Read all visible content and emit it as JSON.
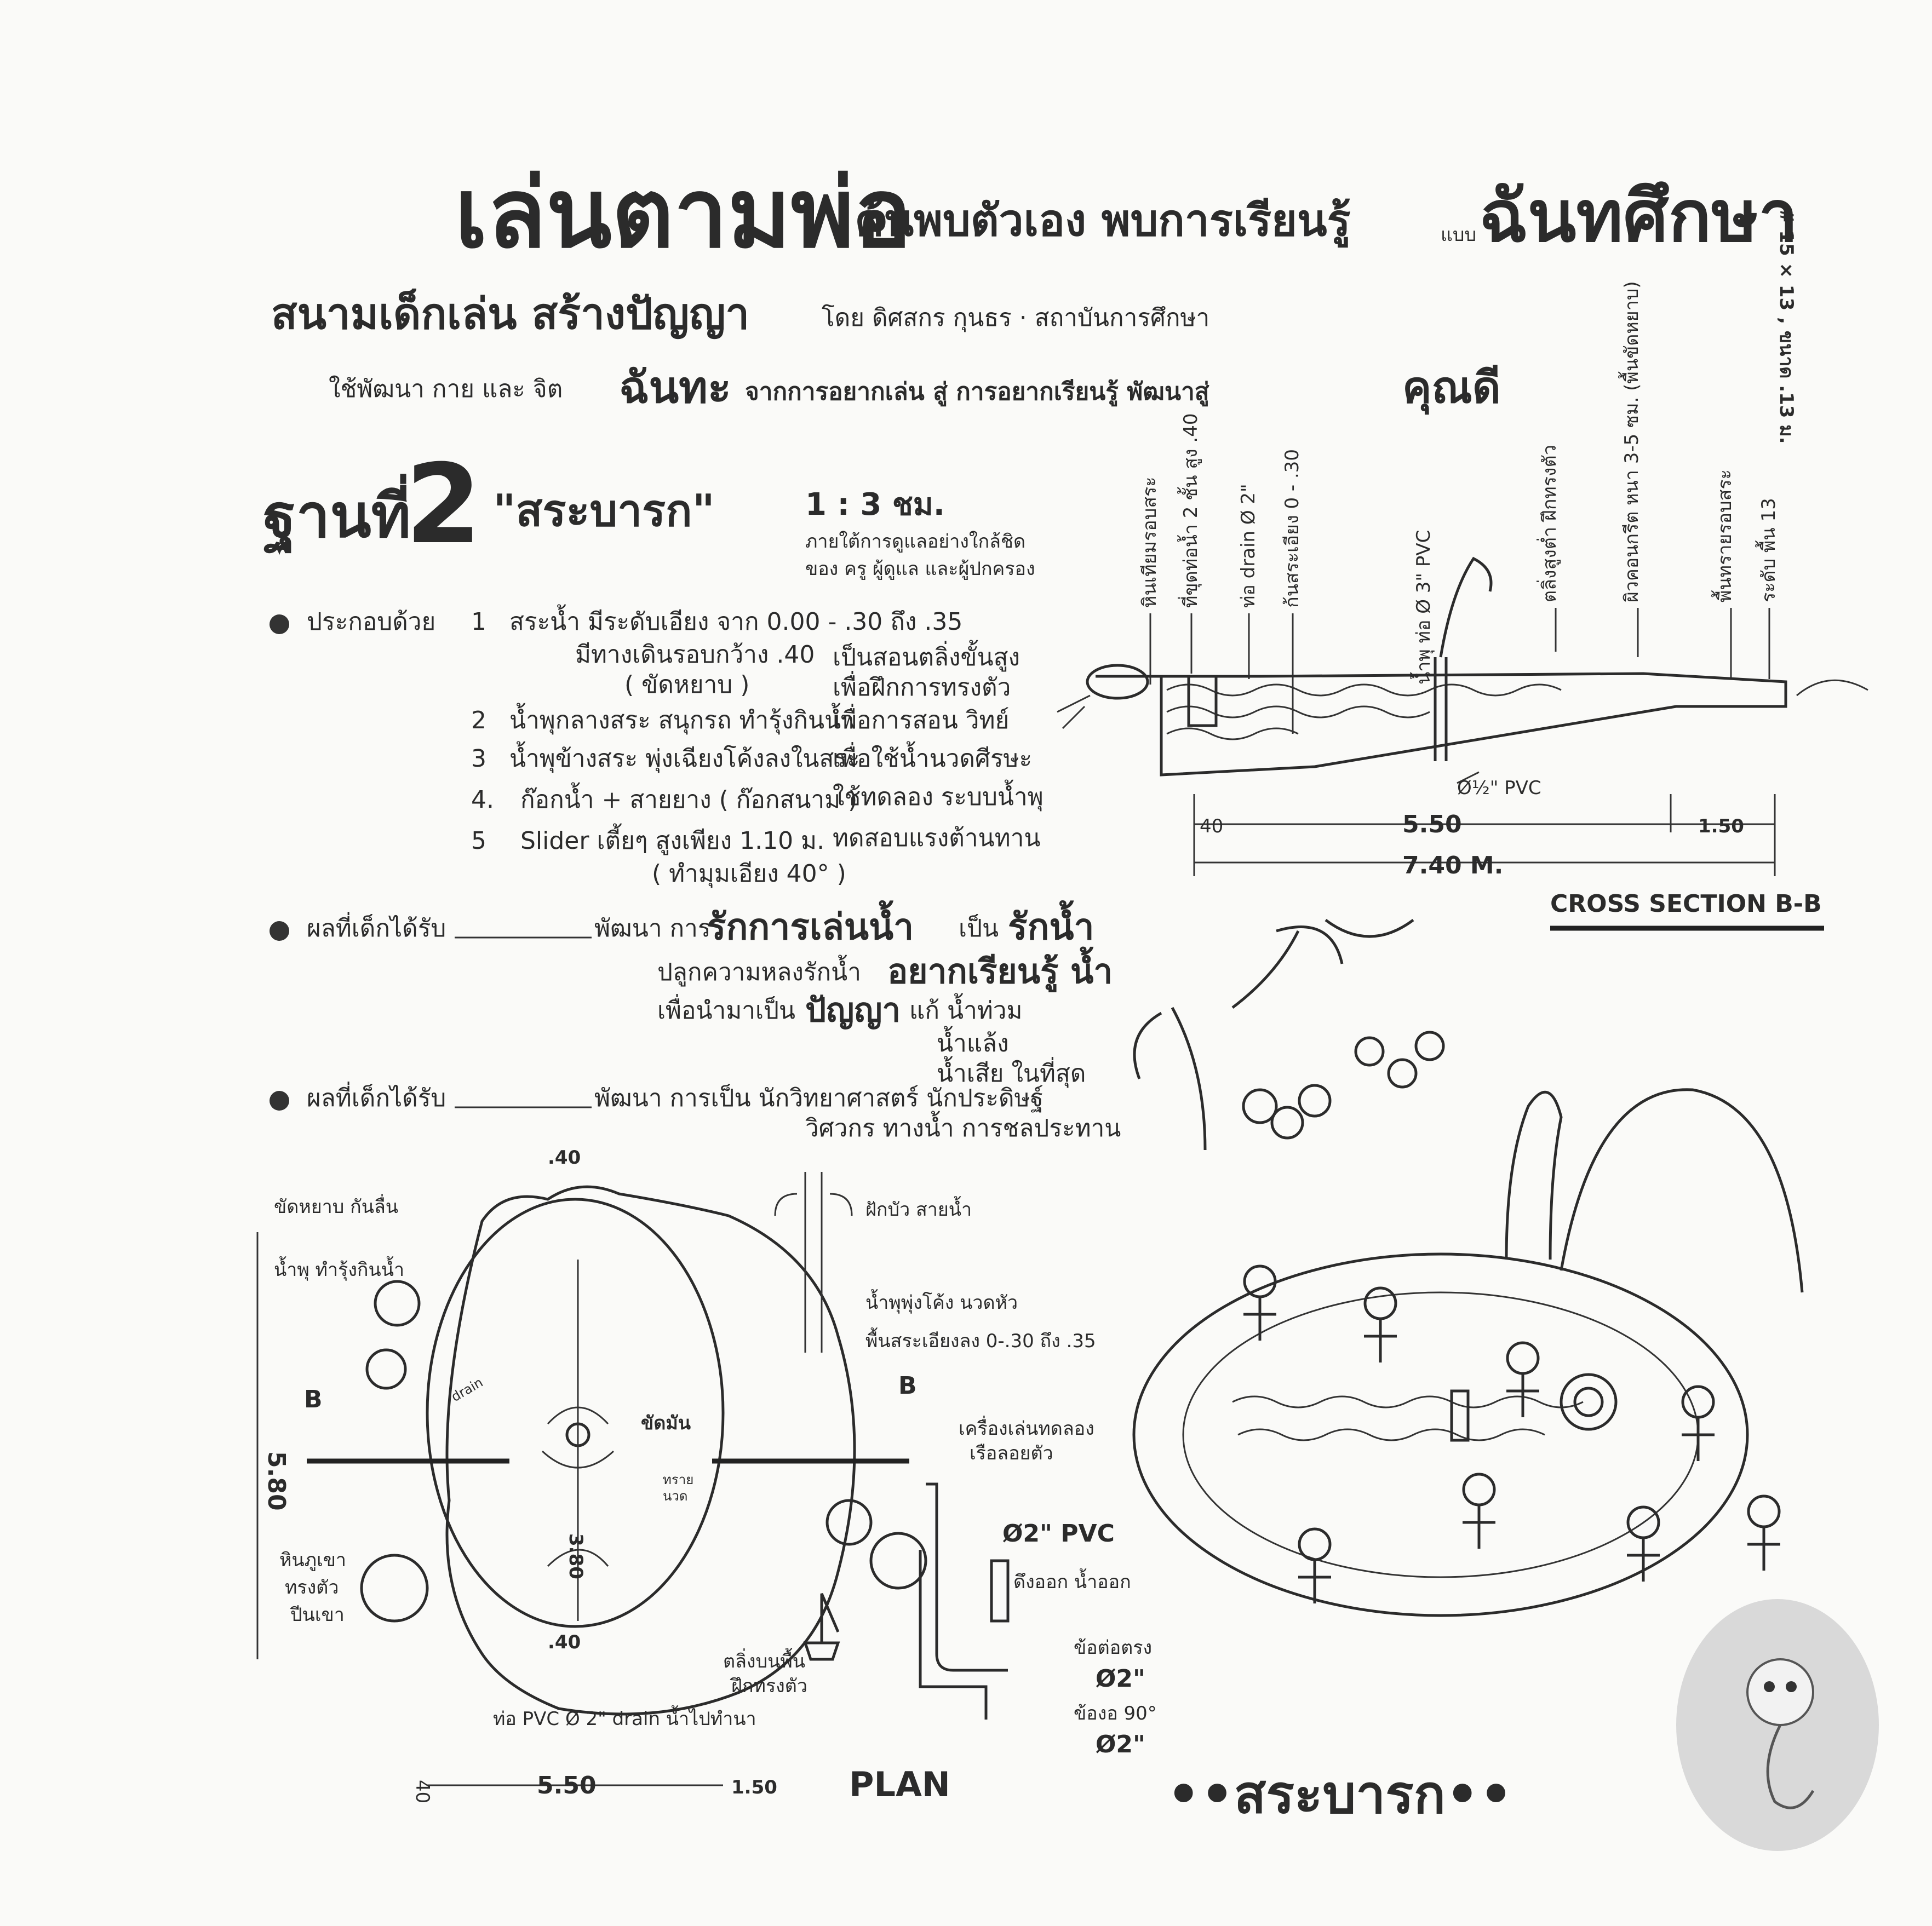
{
  "title": {
    "main": "เล่นตามพ่อ",
    "rest": "ค้นพบตัวเอง พบการเรียนรู้",
    "small": "แบบ",
    "end": "ฉันทศึกษา",
    "line2_a": "สนามเด็กเล่น สร้างปัญญา",
    "line2_by": "โดย ดิศสกร กุนธร · สถาบันการศึกษา",
    "line3_a": "ใช้พัฒนา กาย และ จิต",
    "line3_b": "ฉันทะ",
    "line3_c": "จากการอยากเล่น สู่ การอยากเรียนรู้ พัฒนาสู่",
    "line3_d": "คุณดี",
    "side_vertical": "# 15 × 13 , ขนาด .13 ม."
  },
  "station": {
    "label": "ฐานที่",
    "number": "2",
    "name": "\"สระบารก\"",
    "ratio": "1 : 3 ชม.",
    "note1": "ภายใต้การดูแลอย่างใกล้ชิด",
    "note2": "ของ ครู ผู้ดูแล และผู้ปกครอง"
  },
  "components": {
    "heading": "ประกอบด้วย",
    "items": [
      {
        "num": "1",
        "lines": [
          "สระน้ำ มีระดับเอียง จาก 0.00 - .30 ถึง .35",
          "มีทางเดินรอบกว้าง   .40",
          "( ขัดหยาบ )"
        ],
        "purpose": [
          "เป็นสอนตลิ่งขั้นสูง",
          "เพื่อฝึกการทรงตัว"
        ]
      },
      {
        "num": "2",
        "lines": [
          "น้ำพุกลางสระ สนุกรถ ทำรุ้งกินน้ำ"
        ],
        "purpose": [
          "เพื่อการสอน วิทย์"
        ]
      },
      {
        "num": "3",
        "lines": [
          "น้ำพุข้างสระ พุ่งเฉียงโค้งลงในสระ"
        ],
        "purpose": [
          "เพื่อใช้น้ำนวดศีรษะ"
        ]
      },
      {
        "num": "4.",
        "lines": [
          "ก๊อกน้ำ + สายยาง  ( ก๊อกสนาม )"
        ],
        "purpose": [
          "ใช้ทดลอง ระบบน้ำพุ"
        ]
      },
      {
        "num": "5",
        "lines": [
          "Slider เตี้ยๆ สูงเพียง 1.10 ม.",
          "( ทำมุมเอียง 40° )"
        ],
        "purpose": [
          "ทดสอบแรงต้านทาน"
        ]
      }
    ]
  },
  "outcome1": {
    "label": "ผลที่เด็กได้รับ",
    "l1a": "พัฒนา การ",
    "l1b": "รักการเล่นน้ำ",
    "l1c": "เป็น",
    "l1d": "รักน้ำ",
    "l2a": "ปลูกความหลงรักน้ำ",
    "l2b": "อยากเรียนรู้ น้ำ",
    "l3a": "เพื่อนำมาเป็น",
    "l3b": "ปัญญา",
    "l3c": "แก้ น้ำท่วม",
    "l4": "น้ำแล้ง",
    "l5": "น้ำเสีย ในที่สุด"
  },
  "outcome2": {
    "label": "ผลที่เด็กได้รับ",
    "l1": "พัฒนา การเป็น นักวิทยาศาสตร์ นักประดิษฐ์",
    "l2": "วิศวกร ทางน้ำ การชลประทาน"
  },
  "cross_section": {
    "title": "CROSS SECTION  B-B",
    "dims": {
      "a": "40",
      "b": "5.50",
      "c": "1.50",
      "total": "7.40 M."
    },
    "pipe": "Ø½\" PVC",
    "vertical_labels": [
      "หินเทียมรอบสระ",
      "ที่ขุดท่อน้ำ 2 ชั้น สูง .40",
      "ท่อ drain Ø 2\"",
      "ก้นสระเอียง 0 - .30",
      "น้ำพุ ท่อ Ø 3\" PVC",
      "ตลิ่งสูงต่ำ ฝึกทรงตัว",
      "ผิวคอนกรีต หนา 3-5 ซม. (พื้นขัดหยาบ)",
      "พื้นทรายรอบสระ",
      "ระดับ พื้น 13"
    ]
  },
  "plan": {
    "title": "PLAN",
    "section_marker": "B",
    "dims": {
      "top": ".40",
      "bottom": ".40",
      "width": "5.50",
      "side": "1.50",
      "height": "5.80",
      "inner": "3.80",
      "left": "40"
    },
    "labels": {
      "rough": "ขัดหยาบ กันลื่น",
      "fountain": "น้ำพุ ทำรุ้งกินน้ำ",
      "rocks": [
        "หินภูเขา",
        "ทรงตัว",
        "ปีนเขา"
      ],
      "shower": "ฝักบัว สายน้ำ",
      "arc_fountain": "น้ำพุพุ่งโค้ง นวดหัว",
      "floor": "พื้นสระเอียงลง 0-.30 ถึง .35",
      "toys": [
        "เครื่องเล่นทดลอง",
        "เรือลอยตัว"
      ],
      "polished": "ขัดมัน",
      "sand": [
        "ทราย",
        "นวด"
      ],
      "drain": "drain",
      "bank": [
        "ตลิ่งบนพื้น",
        "ฝึกทรงตัว"
      ],
      "drain_pipe": "ท่อ PVC Ø 2\" drain น้ำไปทำนา",
      "pvc": "Ø2\" PVC",
      "pull": "ดึงออก น้ำออก",
      "joint": "ข้อต่อตรง",
      "joint_size": "Ø2\"",
      "elbow": "ข้องอ 90°",
      "elbow_size": "Ø2\""
    }
  },
  "illustration": {
    "caption": "••สระบารก••"
  },
  "colors": {
    "ink": "#2b2b2b",
    "paper": "#fafaf8",
    "logo_bg": "#d9d9d9"
  }
}
